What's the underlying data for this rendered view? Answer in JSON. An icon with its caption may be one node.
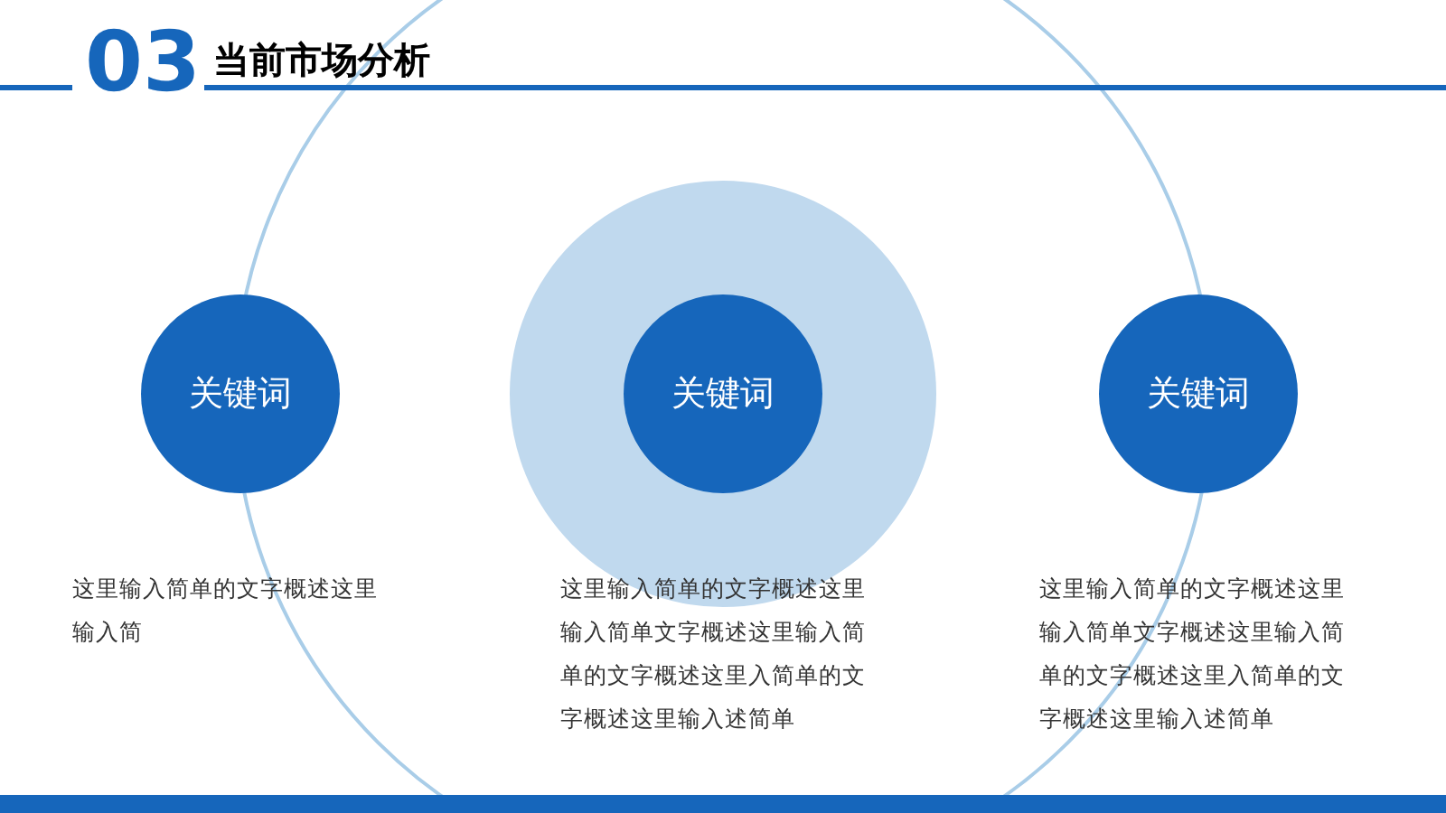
{
  "diagram": {
    "title": "当前市场分析",
    "nodes": [
      {
        "text": [
          "关键词"
        ],
        "beside": [
          "这里输入简单的文字概述这里输入简"
        ]
      },
      {
        "text": [
          "关键词"
        ],
        "beside": [
          "这里输入简单的文字概述这里输入简单文字概述这里输入简单的文字概述这里入简单的文字概述这里输入述简单"
        ]
      },
      {
        "text": [
          "关键词"
        ],
        "beside": [
          "这里输入简单的文字概述这里输入简单文字概述这里输入简单的文字概述这里入简单的文字概述这里输入述简单"
        ]
      }
    ],
    "labels": [
      "03"
    ]
  }
}
